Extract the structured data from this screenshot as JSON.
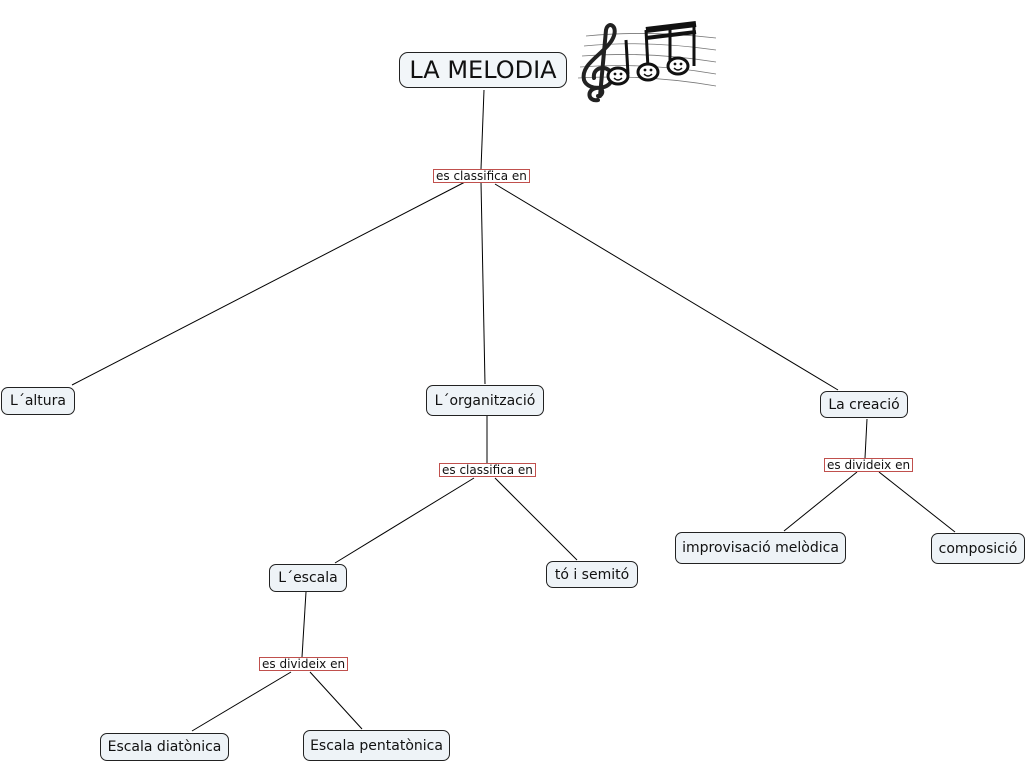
{
  "nodes": {
    "root": "LA MELODIA",
    "altura": "L´altura",
    "organitzacio": "L´organització",
    "creacio": "La creació",
    "escala": "L´escala",
    "to_semito": "tó i semitó",
    "improvisacio": "improvisació melòdica",
    "composicio": "composició",
    "diatonica": "Escala diatònica",
    "pentatonica": "Escala pentatònica"
  },
  "links": {
    "root_classifica": "es classifica en",
    "org_classifica": "es classifica en",
    "creacio_divideix": "es divideix en",
    "escala_divideix": "es divideix en"
  },
  "image": {
    "icon": "music-notes-icon"
  },
  "colors": {
    "node_bg": "#eef3f7",
    "node_border": "#222222",
    "link_border": "#c0504d",
    "line": "#000000"
  }
}
